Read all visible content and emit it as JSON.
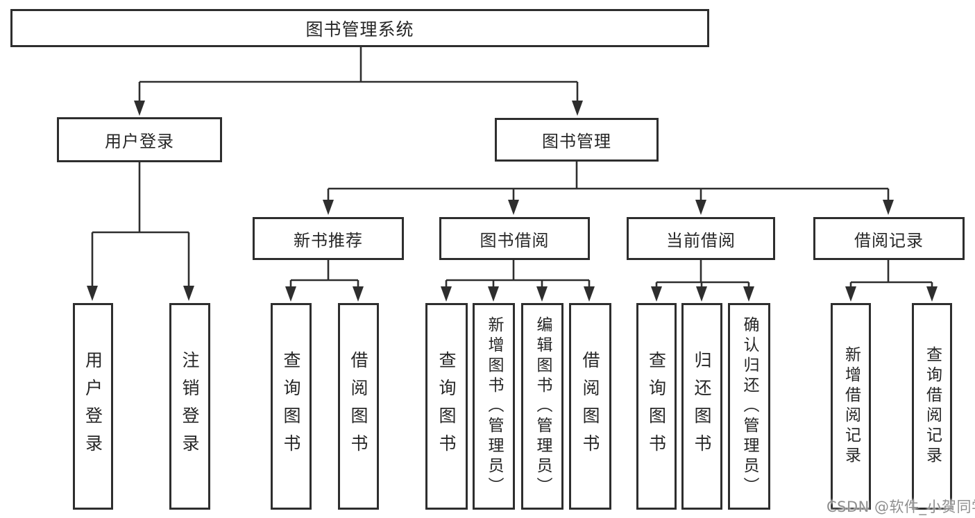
{
  "colors": {
    "line": "#2e2e2e",
    "text": "#262626",
    "watermark": "#8f8f8f",
    "background": "#ffffff"
  },
  "tree": {
    "root": {
      "label": "图书管理系统"
    },
    "level2": [
      {
        "label": "用户登录"
      },
      {
        "label": "图书管理"
      }
    ],
    "level3": [
      {
        "label": "新书推荐"
      },
      {
        "label": "图书借阅"
      },
      {
        "label": "当前借阅"
      },
      {
        "label": "借阅记录"
      }
    ],
    "leaves": [
      {
        "label": "用户登录"
      },
      {
        "label": "注销登录"
      },
      {
        "label": "查询图书"
      },
      {
        "label": "借阅图书"
      },
      {
        "label": "查询图书"
      },
      {
        "label": "新增图书（管理员）"
      },
      {
        "label": "编辑图书（管理员）"
      },
      {
        "label": "借阅图书"
      },
      {
        "label": "查询图书"
      },
      {
        "label": "归还图书"
      },
      {
        "label": "确认归还（管理员）"
      },
      {
        "label": "新增借阅记录"
      },
      {
        "label": "查询借阅记录"
      }
    ]
  },
  "watermark": {
    "text": "CSDN @软件_小贺同学"
  }
}
